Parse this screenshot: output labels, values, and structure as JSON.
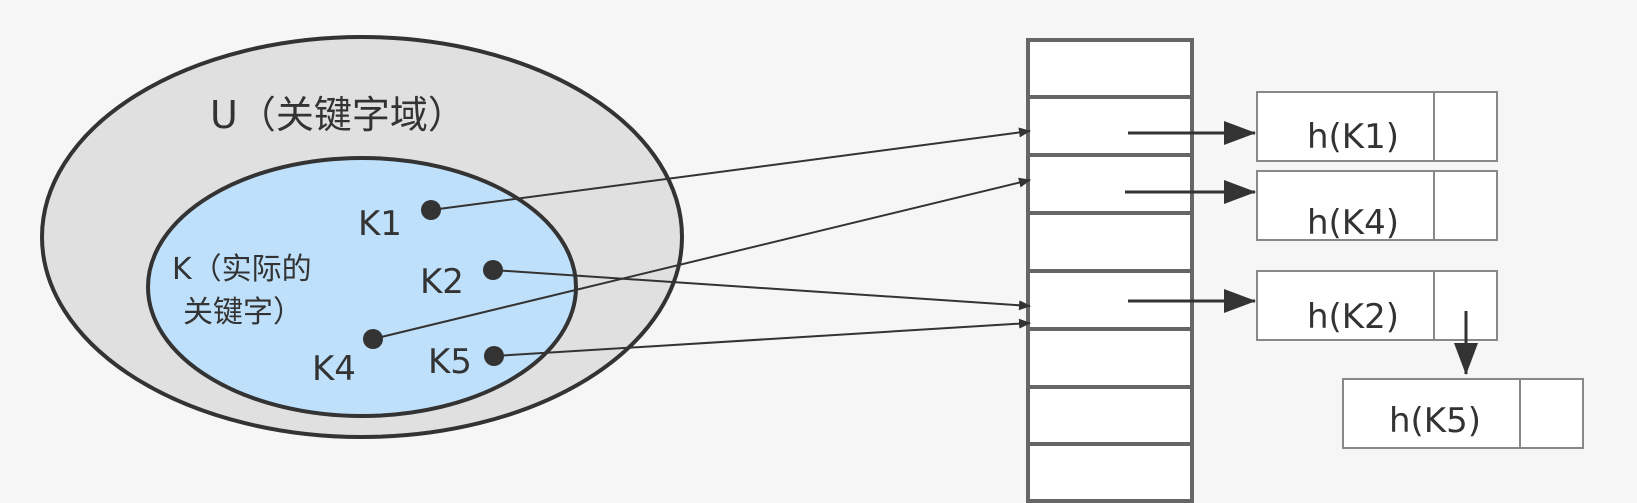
{
  "universe": {
    "label": "U（关键字域）"
  },
  "actual_keys": {
    "label_line1": "K（实际的",
    "label_line2": "关键字）"
  },
  "keys": {
    "k1": "K1",
    "k2": "K2",
    "k4": "K4",
    "k5": "K5"
  },
  "nodes": {
    "n1": "h(K1)",
    "n4": "h(K4)",
    "n2": "h(K2)",
    "n5": "h(K5)"
  },
  "colors": {
    "background": "#f6f6f6",
    "universe_fill": "#e0e0e0",
    "actual_fill": "#bfe0fa",
    "stroke": "#333333",
    "table_stroke": "#666666",
    "node_stroke": "#888888"
  }
}
